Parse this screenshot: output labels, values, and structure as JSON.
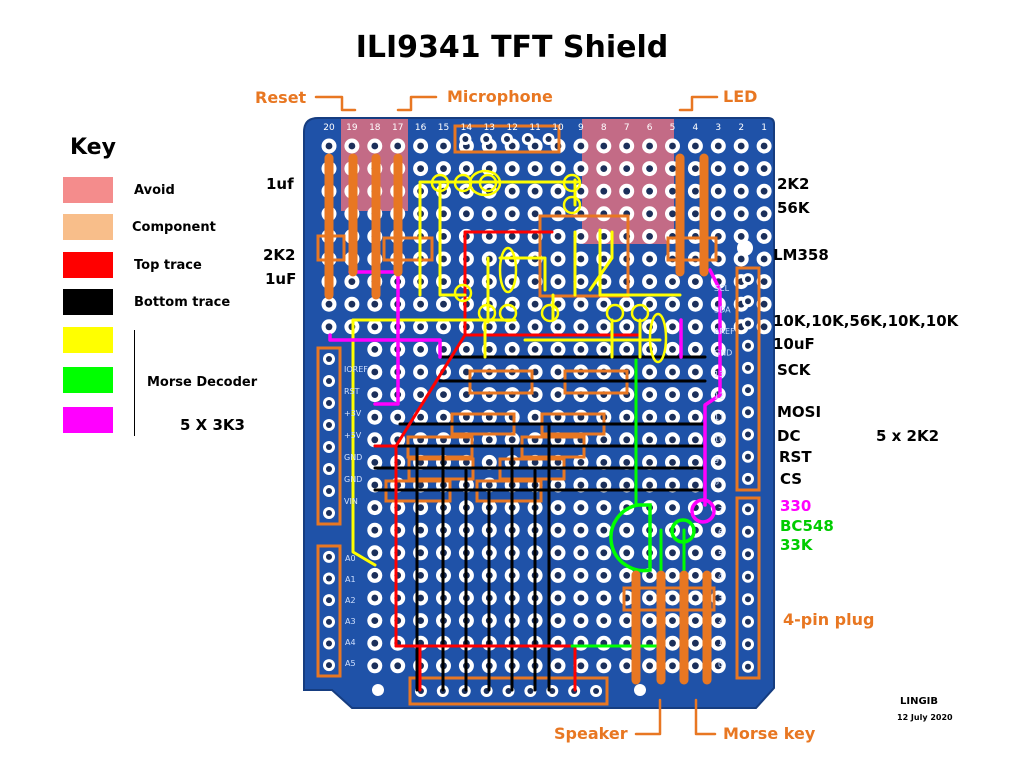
{
  "title": "ILI9341 TFT Shield",
  "key": {
    "heading": "Key",
    "items": [
      {
        "label": "Avoid",
        "color": "#f48c8c"
      },
      {
        "label": "Component",
        "color": "#f8be8a"
      },
      {
        "label": "Top trace",
        "color": "#ff0000"
      },
      {
        "label": "Bottom trace",
        "color": "#000000"
      },
      {
        "label": "",
        "color": "#ffff00"
      },
      {
        "label": "",
        "color": "#00ff00"
      },
      {
        "label": "",
        "color": "#ff00ff"
      }
    ],
    "group_label": "Morse Decoder",
    "resistor_note": "5 X 3K3"
  },
  "top_labels": {
    "reset": "Reset",
    "microphone": "Microphone",
    "led": "LED"
  },
  "left_labels": {
    "c1": "1uf",
    "r1": "2K2",
    "c2": "1uF"
  },
  "right_labels": {
    "r_2k2": "2K2",
    "r_56k": "56K",
    "ic": "LM358",
    "resistors": "10K,10K,56K,10K,10K",
    "cap": "10uF",
    "sck": "SCK",
    "mosi": "MOSI",
    "dc": "DC",
    "rst": "RST",
    "cs": "CS",
    "five_2k2": "5 x 2K2",
    "r330": "330",
    "transistor": "BC548",
    "r33k": "33K",
    "plug": "4-pin plug"
  },
  "bottom_labels": {
    "speaker": "Speaker",
    "morse_key": "Morse key"
  },
  "signature": {
    "author": "LINGIB",
    "date": "12 July 2020"
  },
  "board": {
    "top_pin_numbers": [
      "20",
      "19",
      "18",
      "17",
      "16",
      "15",
      "14",
      "13",
      "12",
      "11",
      "10",
      "9",
      "8",
      "7",
      "6",
      "5",
      "4",
      "3",
      "2",
      "1"
    ],
    "left_header_labels": [
      "IOREF",
      "RST",
      "+3V",
      "+5V",
      "GND",
      "GND",
      "VIN"
    ],
    "analog_labels": [
      "A0",
      "A1",
      "A2",
      "A3",
      "A4",
      "A5"
    ],
    "right_header_top_labels": [
      "SCL",
      "SDA",
      "AREF",
      "GND",
      "13",
      "12",
      "11",
      "10",
      "9",
      "8"
    ],
    "right_header_bottom_labels": [
      "7",
      "6",
      "5",
      "4",
      "3",
      "2",
      "1",
      "0"
    ],
    "colors": {
      "pcb": "#1f52a8",
      "pad": "#ffffff",
      "hole": "#1b2f5a",
      "avoid": "#e07080",
      "component": "#e87722",
      "top_trace": "#ff0000",
      "bottom_trace": "#000000",
      "yellow": "#ffff00",
      "green": "#00ff00",
      "magenta": "#ff00ff"
    }
  }
}
